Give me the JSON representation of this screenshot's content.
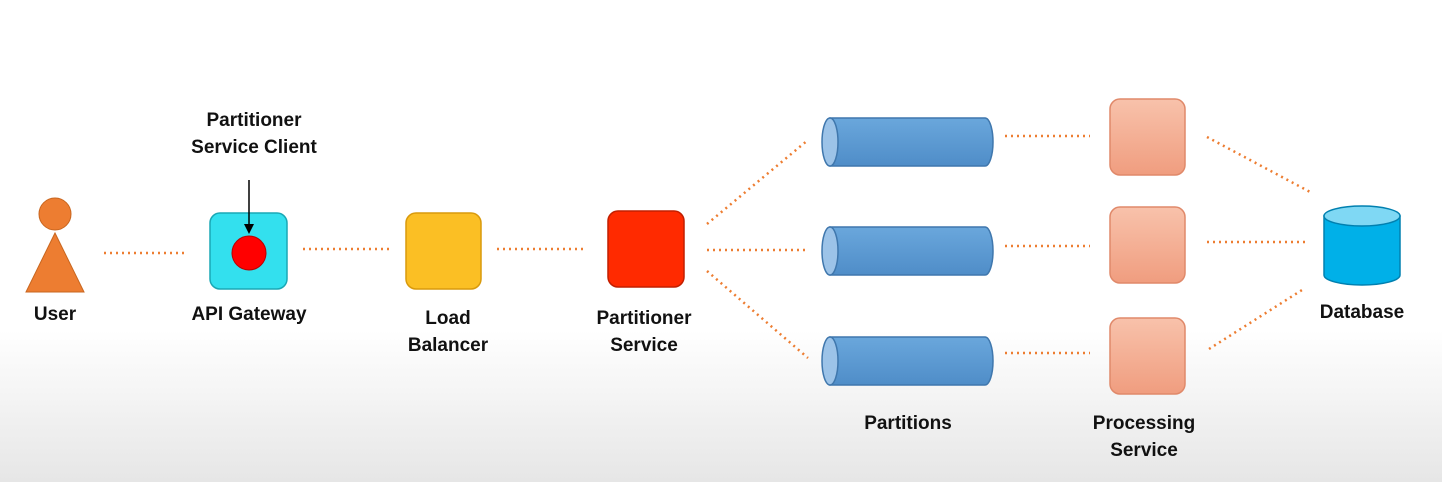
{
  "labels": {
    "user": "User",
    "api_gateway": "API Gateway",
    "partitioner_client": "Partitioner\nService Client",
    "load_balancer": "Load\nBalancer",
    "partitioner_service": "Partitioner\nService",
    "partitions": "Partitions",
    "processing_service": "Processing\nService",
    "database": "Database"
  },
  "colors": {
    "user": "#ed7d31",
    "api_gateway": "#33e0ee",
    "api_gateway_dot": "#ff0000",
    "load_balancer": "#fbbf24",
    "partitioner_service": "#ff2a00",
    "partition": "#5b9bd5",
    "processing_service": "#f4b39a",
    "database": "#00b0e8",
    "connector": "#ed7d31"
  }
}
